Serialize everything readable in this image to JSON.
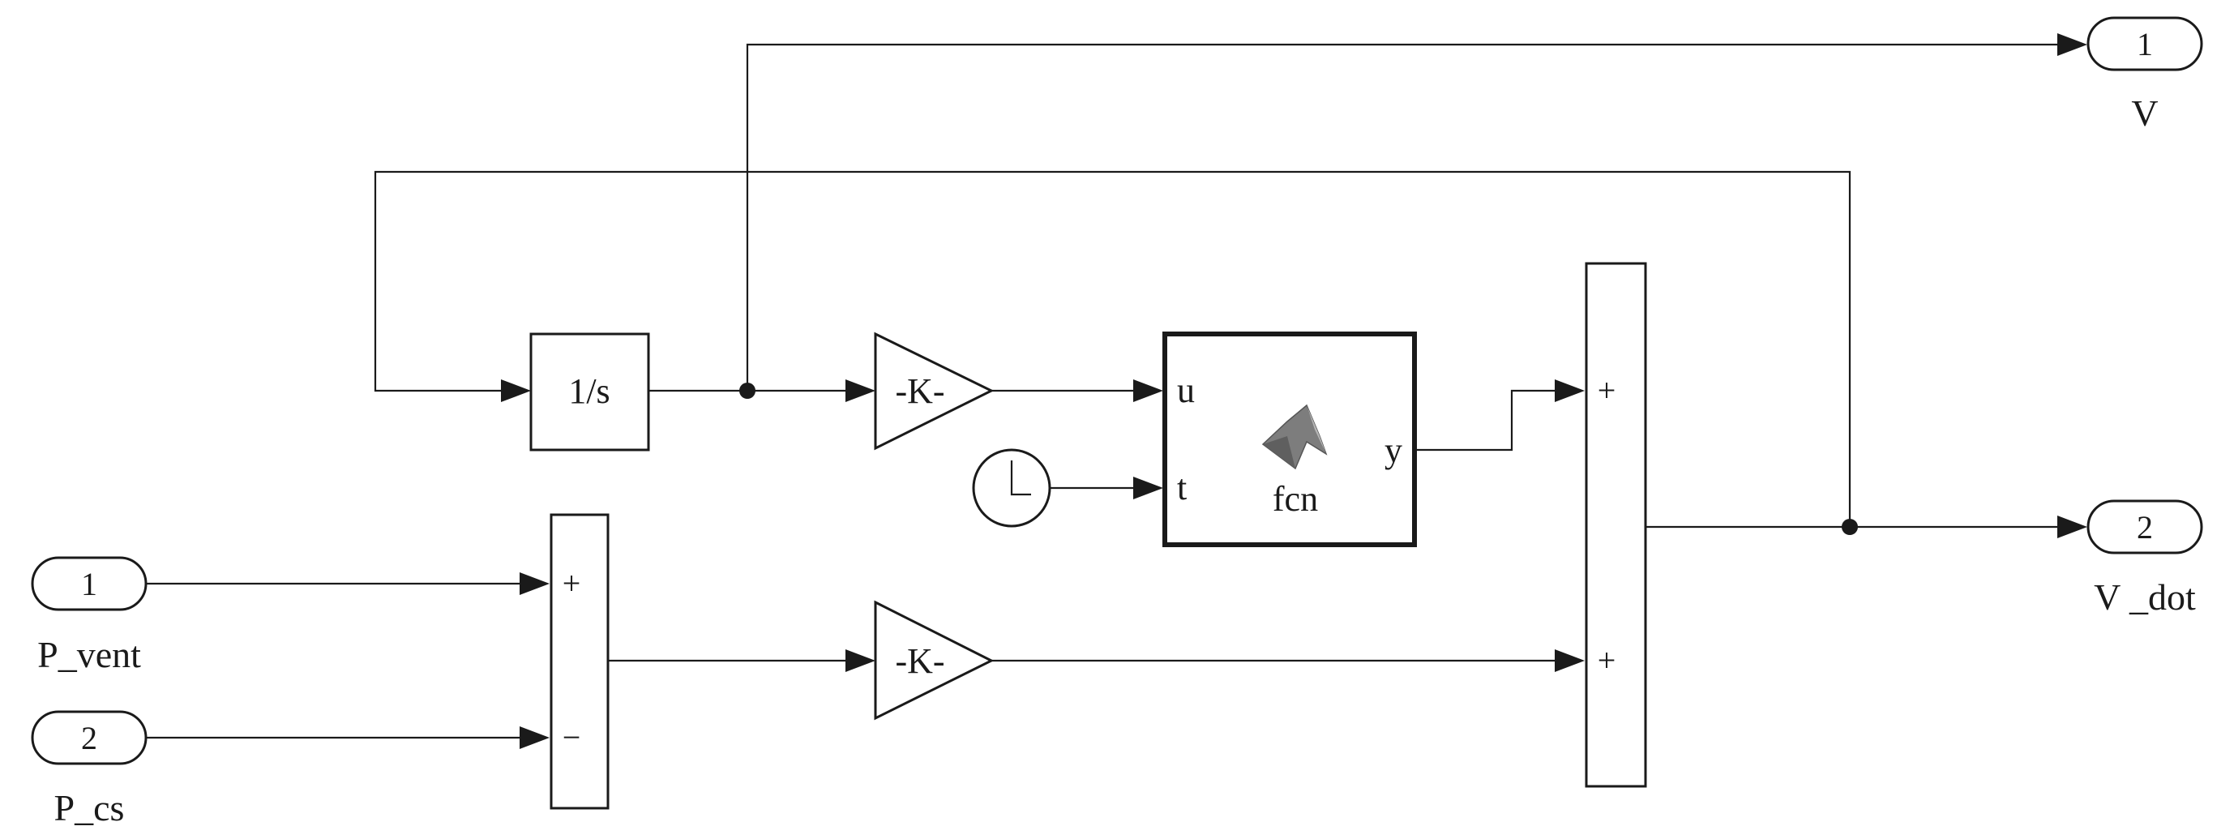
{
  "inports": [
    {
      "number": "1",
      "label": "P_vent"
    },
    {
      "number": "2",
      "label": "P_cs"
    }
  ],
  "outports": [
    {
      "number": "1",
      "label": "V"
    },
    {
      "number": "2",
      "label": "V _dot"
    }
  ],
  "blocks": {
    "integrator": {
      "text": "1/s"
    },
    "gain_top": {
      "text": "-K-"
    },
    "gain_bottom": {
      "text": "-K-"
    },
    "matlab_function": {
      "name": "fcn",
      "input_u": "u",
      "input_t": "t",
      "output_y": "y"
    },
    "sum_left": {
      "signs": [
        "+",
        "−"
      ]
    },
    "sum_right": {
      "signs": [
        "+",
        "+"
      ]
    }
  },
  "icons": {
    "clock": "clock-icon",
    "matlab_logo": "matlab-logo-icon"
  },
  "colors": {
    "line": "#1a1a1a",
    "background": "#ffffff",
    "logo_shade": "#7d7d7d"
  }
}
